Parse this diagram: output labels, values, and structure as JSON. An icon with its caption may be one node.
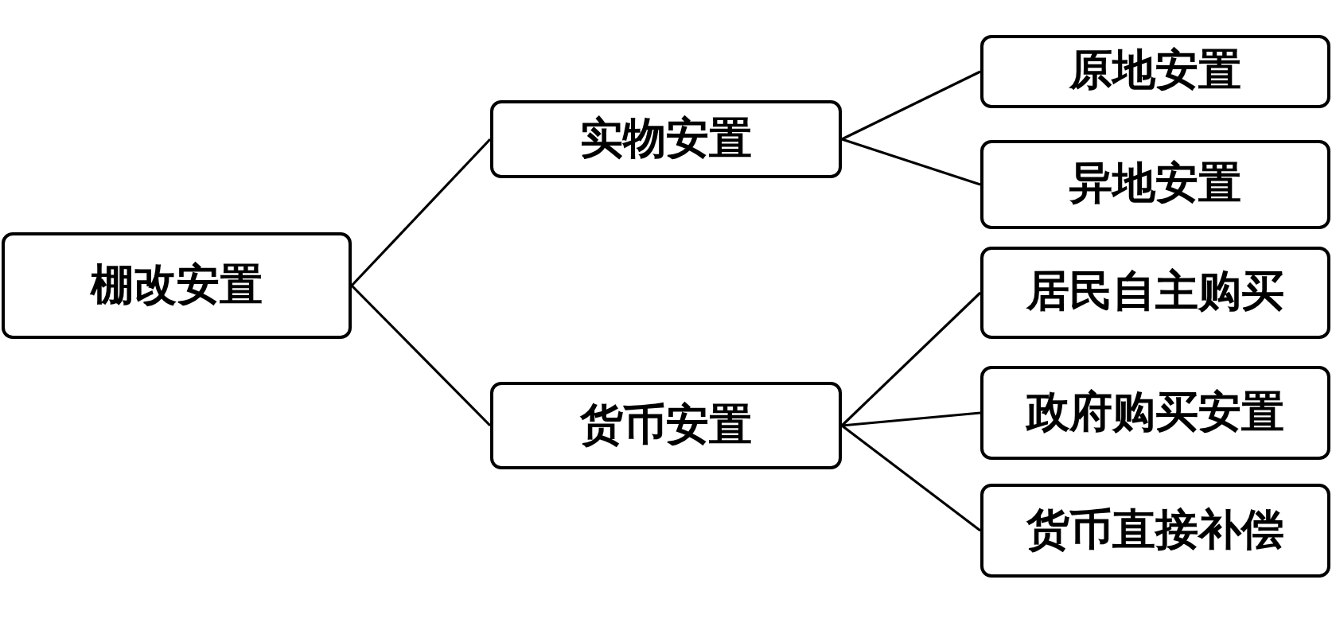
{
  "diagram": {
    "nodes": [
      {
        "text": [
          "棚改安置"
        ]
      },
      {
        "text": [
          "实物安置"
        ]
      },
      {
        "text": [
          "货币安置"
        ]
      },
      {
        "text": [
          "原地安置"
        ]
      },
      {
        "text": [
          "异地安置"
        ]
      },
      {
        "text": [
          "居民自主购买"
        ]
      },
      {
        "text": [
          "政府购买安置"
        ]
      },
      {
        "text": [
          "货币直接补偿"
        ]
      }
    ],
    "edges": [
      {
        "from": 0,
        "to": 1,
        "arrow": "none"
      },
      {
        "from": 0,
        "to": 2,
        "arrow": "none"
      },
      {
        "from": 1,
        "to": 3,
        "arrow": "none"
      },
      {
        "from": 1,
        "to": 4,
        "arrow": "none"
      },
      {
        "from": 2,
        "to": 5,
        "arrow": "none"
      },
      {
        "from": 2,
        "to": 6,
        "arrow": "none"
      },
      {
        "from": 2,
        "to": 7,
        "arrow": "none"
      }
    ]
  }
}
